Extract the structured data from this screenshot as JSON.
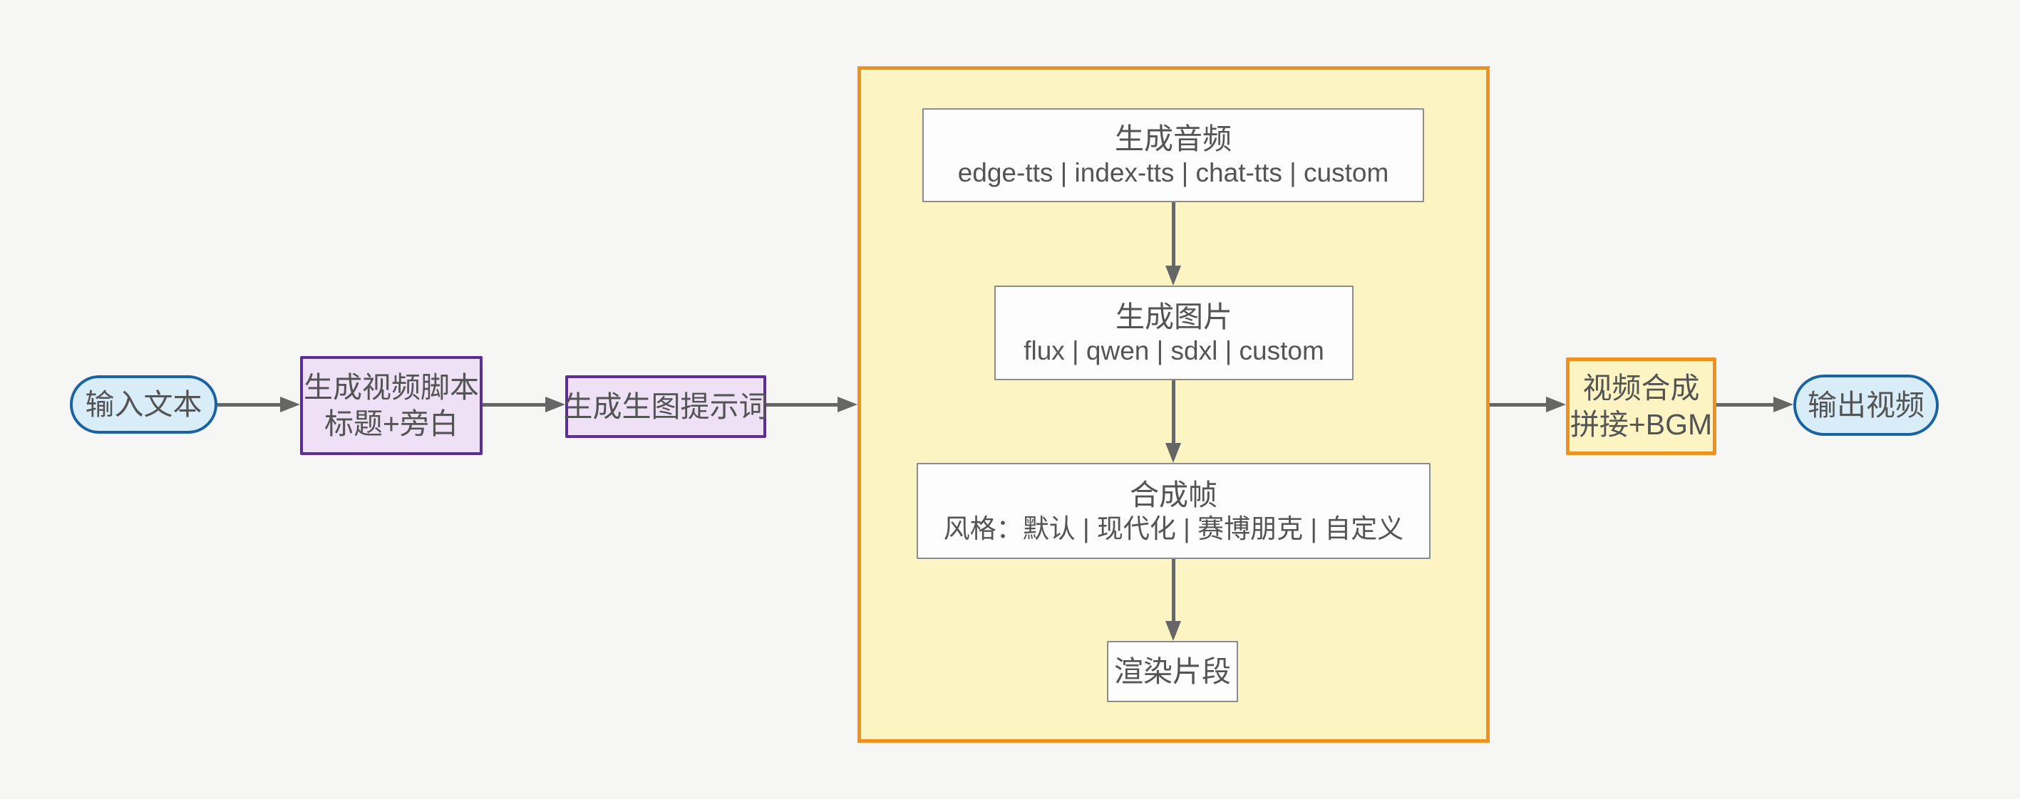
{
  "colors": {
    "page-bg": "#f6f6f4",
    "text": "#545454",
    "arrow": "#666666",
    "blue-border": "#1a63a2",
    "blue-fill": "#d9edf9",
    "purple-border": "#5c2d96",
    "purple-fill": "#eee1f6",
    "yellow-fill": "#fcf5c3",
    "orange-border": "#f0901f",
    "gray-border": "#8c8c8c",
    "white-fill": "#fdfdfd"
  },
  "nodes": {
    "input": {
      "label": "输入文本"
    },
    "script": {
      "line1": "生成视频脚本",
      "line2": "标题+旁白"
    },
    "prompt": {
      "label": "生成生图提示词"
    },
    "audio": {
      "line1": "生成音频",
      "line2": "edge-tts | index-tts | chat-tts | custom"
    },
    "image": {
      "line1": "生成图片",
      "line2": "flux | qwen | sdxl | custom"
    },
    "frame": {
      "line1": "合成帧",
      "line2": "风格：默认 | 现代化 | 赛博朋克 | 自定义"
    },
    "render": {
      "label": "渲染片段"
    },
    "compose": {
      "line1": "视频合成",
      "line2": "拼接+BGM"
    },
    "output": {
      "label": "输出视频"
    }
  },
  "edges": [
    {
      "from": "input",
      "to": "script"
    },
    {
      "from": "script",
      "to": "prompt"
    },
    {
      "from": "prompt",
      "to": "group"
    },
    {
      "from": "audio",
      "to": "image"
    },
    {
      "from": "image",
      "to": "frame"
    },
    {
      "from": "frame",
      "to": "render"
    },
    {
      "from": "group",
      "to": "compose"
    },
    {
      "from": "compose",
      "to": "output"
    }
  ]
}
